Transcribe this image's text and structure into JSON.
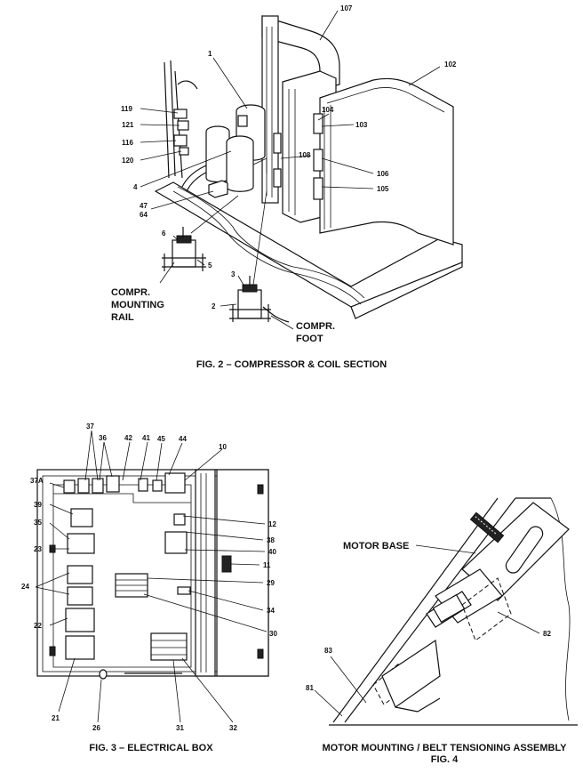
{
  "fig2": {
    "caption": "FIG. 2 – COMPRESSOR & COIL SECTION",
    "label_compr_rail_1": "COMPR.",
    "label_compr_rail_2": "MOUNTING",
    "label_compr_rail_3": "RAIL",
    "label_compr_foot_1": "COMPR.",
    "label_compr_foot_2": "FOOT",
    "callouts": [
      "107",
      "102",
      "1",
      "119",
      "121",
      "116",
      "120",
      "4",
      "47",
      "64",
      "104",
      "103",
      "108",
      "106",
      "105",
      "6",
      "5",
      "3",
      "2"
    ]
  },
  "fig3": {
    "caption": "FIG. 3 – ELECTRICAL BOX",
    "callouts": [
      "37",
      "36",
      "42",
      "41",
      "45",
      "44",
      "10",
      "37A",
      "39",
      "35",
      "23",
      "24",
      "22",
      "21",
      "26",
      "31",
      "32",
      "30",
      "34",
      "29",
      "11",
      "40",
      "38",
      "12"
    ]
  },
  "fig4": {
    "label_motor_base": "MOTOR BASE",
    "caption_line1": "MOTOR MOUNTING / BELT TENSIONING ASSEMBLY",
    "caption_line2": "FIG. 4",
    "callouts": [
      "82",
      "83",
      "81"
    ]
  },
  "colors": {
    "ink": "#111111",
    "paper": "#ffffff"
  }
}
